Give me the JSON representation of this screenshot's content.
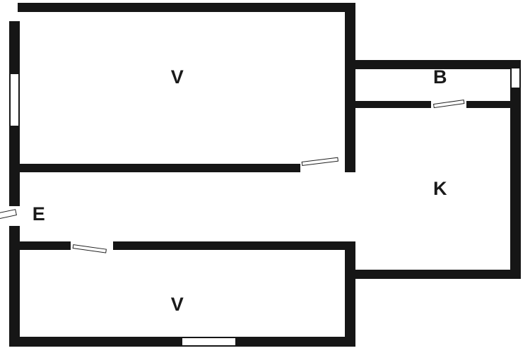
{
  "plan_title": "apartment-floor-plan",
  "rooms": [
    {
      "id": "room-top-left",
      "label": "V"
    },
    {
      "id": "room-top-right",
      "label": "B"
    },
    {
      "id": "room-right",
      "label": "K"
    },
    {
      "id": "entry-hall",
      "label": "E"
    },
    {
      "id": "room-bottom-left",
      "label": "V"
    }
  ],
  "colors": {
    "wall": "#161616",
    "background": "#ffffff",
    "label_text": "#1a1a1a"
  }
}
